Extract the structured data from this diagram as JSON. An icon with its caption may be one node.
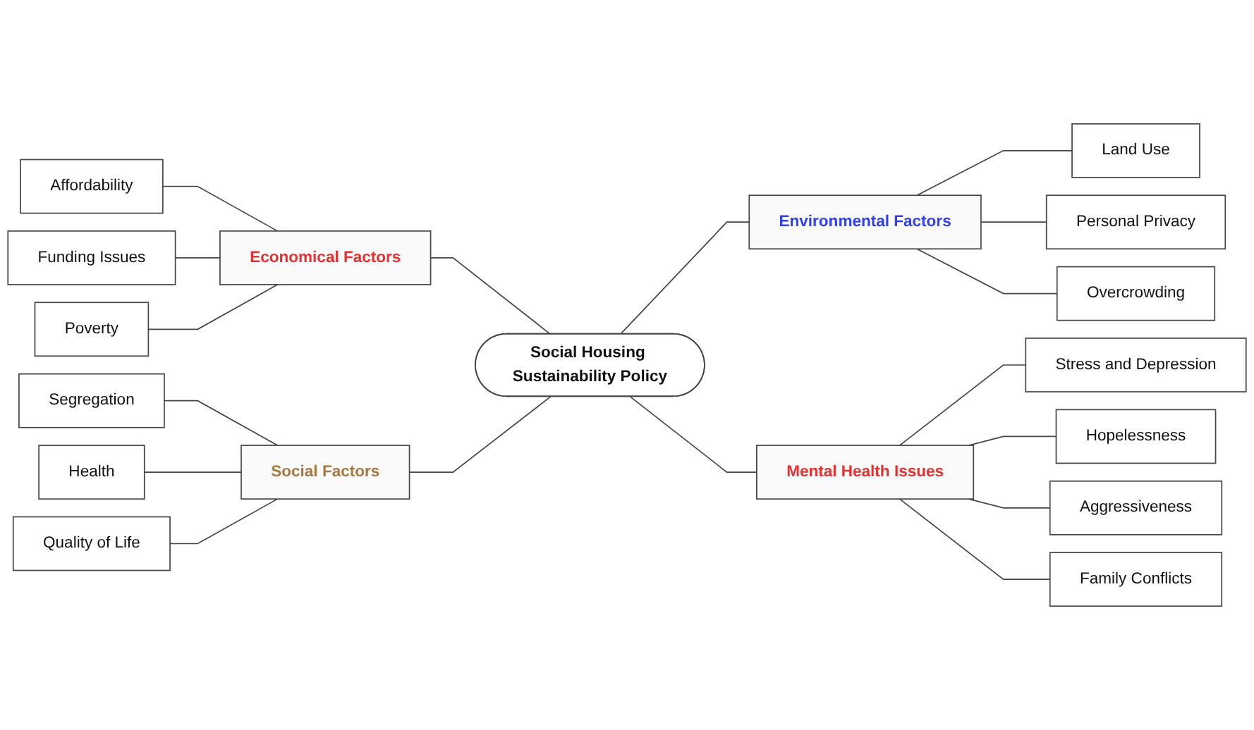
{
  "diagram": {
    "nodes": [
      {
        "text": [
          "Social Housing Sustainability Policy"
        ]
      },
      {
        "text": [
          "Economical Factors"
        ]
      },
      {
        "text": [
          "Affordability"
        ]
      },
      {
        "text": [
          "Funding Issues"
        ]
      },
      {
        "text": [
          "Poverty"
        ]
      },
      {
        "text": [
          "Environmental Factors"
        ]
      },
      {
        "text": [
          "Land Use"
        ]
      },
      {
        "text": [
          "Personal Privacy"
        ]
      },
      {
        "text": [
          "Overcrowding"
        ]
      },
      {
        "text": [
          "Social Factors"
        ]
      },
      {
        "text": [
          "Segregation"
        ]
      },
      {
        "text": [
          "Health"
        ]
      },
      {
        "text": [
          "Quality of Life"
        ]
      },
      {
        "text": [
          "Mental Health Issues"
        ]
      },
      {
        "text": [
          "Stress and Depression"
        ]
      },
      {
        "text": [
          "Hopelessness"
        ]
      },
      {
        "text": [
          "Aggressiveness"
        ]
      },
      {
        "text": [
          "Family Conflicts"
        ]
      }
    ],
    "edges": [
      {
        "from": 2,
        "to": 1,
        "arrow": "none"
      },
      {
        "from": 3,
        "to": 1,
        "arrow": "none"
      },
      {
        "from": 4,
        "to": 1,
        "arrow": "none"
      },
      {
        "from": 1,
        "to": 0,
        "arrow": "none"
      },
      {
        "from": 10,
        "to": 9,
        "arrow": "none"
      },
      {
        "from": 11,
        "to": 9,
        "arrow": "none"
      },
      {
        "from": 12,
        "to": 9,
        "arrow": "none"
      },
      {
        "from": 9,
        "to": 0,
        "arrow": "none"
      },
      {
        "from": 0,
        "to": 5,
        "arrow": "none"
      },
      {
        "from": 5,
        "to": 6,
        "arrow": "none"
      },
      {
        "from": 5,
        "to": 7,
        "arrow": "none"
      },
      {
        "from": 5,
        "to": 8,
        "arrow": "none"
      },
      {
        "from": 0,
        "to": 13,
        "arrow": "none"
      },
      {
        "from": 13,
        "to": 14,
        "arrow": "none"
      },
      {
        "from": 13,
        "to": 15,
        "arrow": "none"
      },
      {
        "from": 13,
        "to": 16,
        "arrow": "none"
      },
      {
        "from": 13,
        "to": 17,
        "arrow": "none"
      }
    ]
  }
}
